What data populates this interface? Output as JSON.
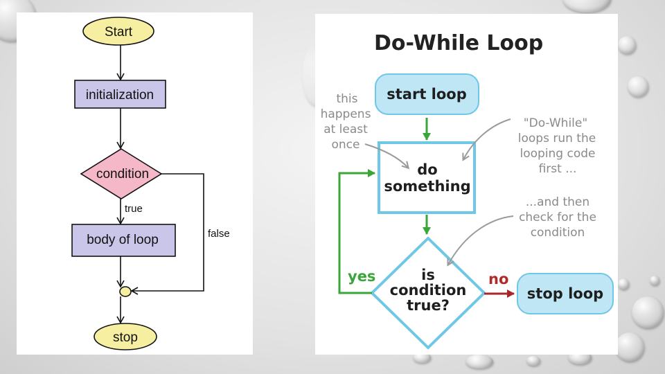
{
  "left_flowchart": {
    "start": "Start",
    "initialization": "initialization",
    "condition": "condition",
    "true_label": "true",
    "body": "body of loop",
    "false_label": "false",
    "stop": "stop"
  },
  "right_diagram": {
    "title": "Do-While Loop",
    "start_loop": "start loop",
    "do_something": [
      "do",
      "something"
    ],
    "is_condition": [
      "is",
      "condition",
      "true?"
    ],
    "yes_label": "yes",
    "no_label": "no",
    "stop_loop": "stop loop",
    "note_happens": [
      "this",
      "happens",
      "at least",
      "once"
    ],
    "note_dowhile": [
      "\"Do-While\"",
      "loops run the",
      "looping code",
      "first ..."
    ],
    "note_then": [
      "...and then",
      "check for the",
      "condition"
    ]
  },
  "colors": {
    "flow_box_fill": "#c9c6ea",
    "flow_oval_fill": "#f6eea0",
    "flow_diamond_fill": "#f5b8c8",
    "dw_teal": "#6fc7e6",
    "dw_start_fill": "#bfe6f4",
    "dw_green": "#3aa63a",
    "dw_red": "#a8252a"
  }
}
